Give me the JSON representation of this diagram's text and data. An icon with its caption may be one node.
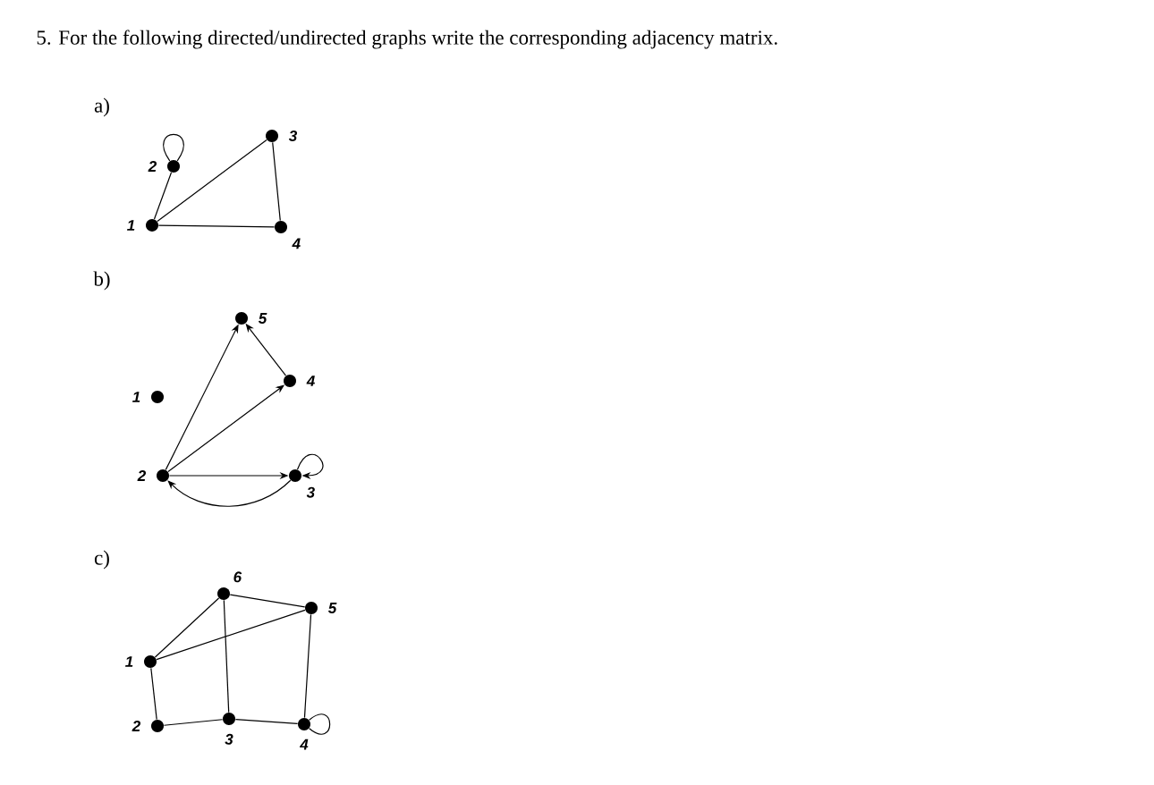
{
  "diagram": {
    "title": "5. For the following directed/undirected graphs write the corresponding adjacency matrix.",
    "nodes": [
      {
        "text": [],
        "shape": "circle",
        "beside": [
          "1"
        ]
      },
      {
        "text": [],
        "shape": "circle",
        "beside": [
          "2"
        ]
      },
      {
        "text": [],
        "shape": "circle",
        "beside": [
          "3"
        ]
      },
      {
        "text": [],
        "shape": "circle",
        "beside": [
          "4"
        ]
      },
      {
        "text": [],
        "shape": "circle",
        "beside": [
          "1"
        ]
      },
      {
        "text": [],
        "shape": "circle",
        "beside": [
          "2"
        ]
      },
      {
        "text": [],
        "shape": "circle",
        "beside": [
          "3"
        ]
      },
      {
        "text": [],
        "shape": "circle",
        "beside": [
          "4"
        ]
      },
      {
        "text": [],
        "shape": "circle",
        "beside": [
          "5"
        ]
      },
      {
        "text": [],
        "shape": "circle",
        "beside": [
          "1"
        ]
      },
      {
        "text": [],
        "shape": "circle",
        "beside": [
          "2"
        ]
      },
      {
        "text": [],
        "shape": "circle",
        "beside": [
          "3"
        ]
      },
      {
        "text": [],
        "shape": "circle",
        "beside": [
          "4"
        ]
      },
      {
        "text": [],
        "shape": "circle",
        "beside": [
          "5"
        ]
      },
      {
        "text": [],
        "shape": "circle",
        "beside": [
          "6"
        ]
      }
    ],
    "edges": [
      {
        "from": 0,
        "to": 1,
        "arrow": "none"
      },
      {
        "from": 1,
        "to": 1,
        "arrow": "none"
      },
      {
        "from": 0,
        "to": 2,
        "arrow": "none"
      },
      {
        "from": 0,
        "to": 3,
        "arrow": "none"
      },
      {
        "from": 2,
        "to": 3,
        "arrow": "none"
      },
      {
        "from": 5,
        "to": 8,
        "arrow": "to"
      },
      {
        "from": 5,
        "to": 7,
        "arrow": "to"
      },
      {
        "from": 7,
        "to": 8,
        "arrow": "to"
      },
      {
        "from": 5,
        "to": 6,
        "arrow": "to"
      },
      {
        "from": 6,
        "to": 5,
        "arrow": "to"
      },
      {
        "from": 6,
        "to": 6,
        "arrow": "to"
      },
      {
        "from": 9,
        "to": 14,
        "arrow": "none"
      },
      {
        "from": 9,
        "to": 13,
        "arrow": "none"
      },
      {
        "from": 14,
        "to": 13,
        "arrow": "none"
      },
      {
        "from": 14,
        "to": 11,
        "arrow": "none"
      },
      {
        "from": 9,
        "to": 10,
        "arrow": "none"
      },
      {
        "from": 10,
        "to": 11,
        "arrow": "none"
      },
      {
        "from": 11,
        "to": 12,
        "arrow": "none"
      },
      {
        "from": 13,
        "to": 12,
        "arrow": "none"
      },
      {
        "from": 12,
        "to": 12,
        "arrow": "none"
      }
    ],
    "labels": [
      "a)",
      "b)",
      "c)"
    ]
  }
}
